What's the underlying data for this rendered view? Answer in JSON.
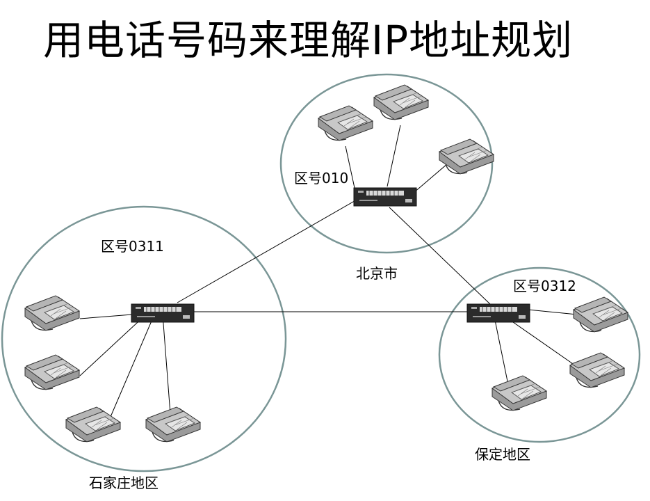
{
  "title": "用电话号码来理解IP地址规划",
  "regions": {
    "beijing": {
      "code_label": "区号010",
      "city_label": "北京市"
    },
    "shijiazhuang": {
      "code_label": "区号0311",
      "city_label": "石家庄地区"
    },
    "baoding": {
      "code_label": "区号0312",
      "city_label": "保定地区"
    }
  },
  "colors": {
    "region_border": "#7a9696",
    "link": "#000000",
    "switch_body": "#2a2a2a"
  }
}
